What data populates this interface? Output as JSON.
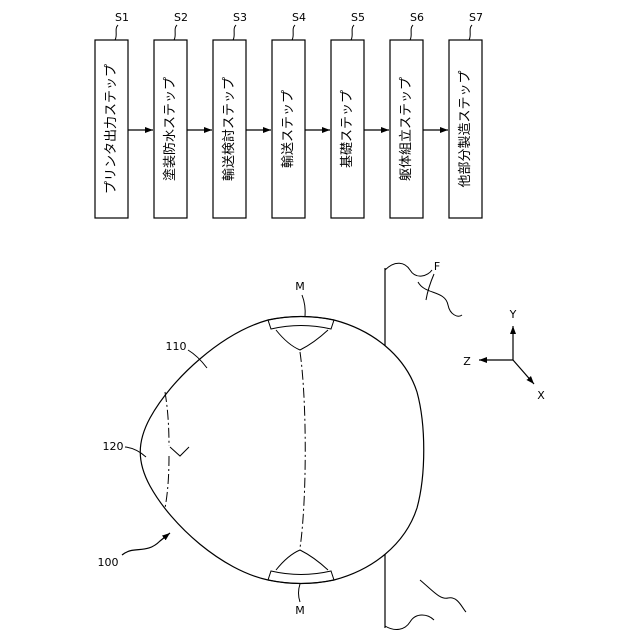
{
  "flowchart": {
    "steps": [
      {
        "id": "S1",
        "label": "プリンタ出力ステップ"
      },
      {
        "id": "S2",
        "label": "塗装防水ステップ"
      },
      {
        "id": "S3",
        "label": "輸送検討ステップ"
      },
      {
        "id": "S4",
        "label": "輸送ステップ"
      },
      {
        "id": "S5",
        "label": "基礎ステップ"
      },
      {
        "id": "S6",
        "label": "躯体組立ステップ"
      },
      {
        "id": "S7",
        "label": "他部分製造ステップ"
      }
    ]
  },
  "figure": {
    "labels": {
      "dome": "100",
      "dome_body": "110",
      "dome_top": "120",
      "opening_upper": "M",
      "opening_lower": "M",
      "floor": "F"
    },
    "axes": {
      "x": "X",
      "y": "Y",
      "z": "Z"
    }
  },
  "colors": {
    "line": "#000000",
    "background": "#ffffff"
  }
}
